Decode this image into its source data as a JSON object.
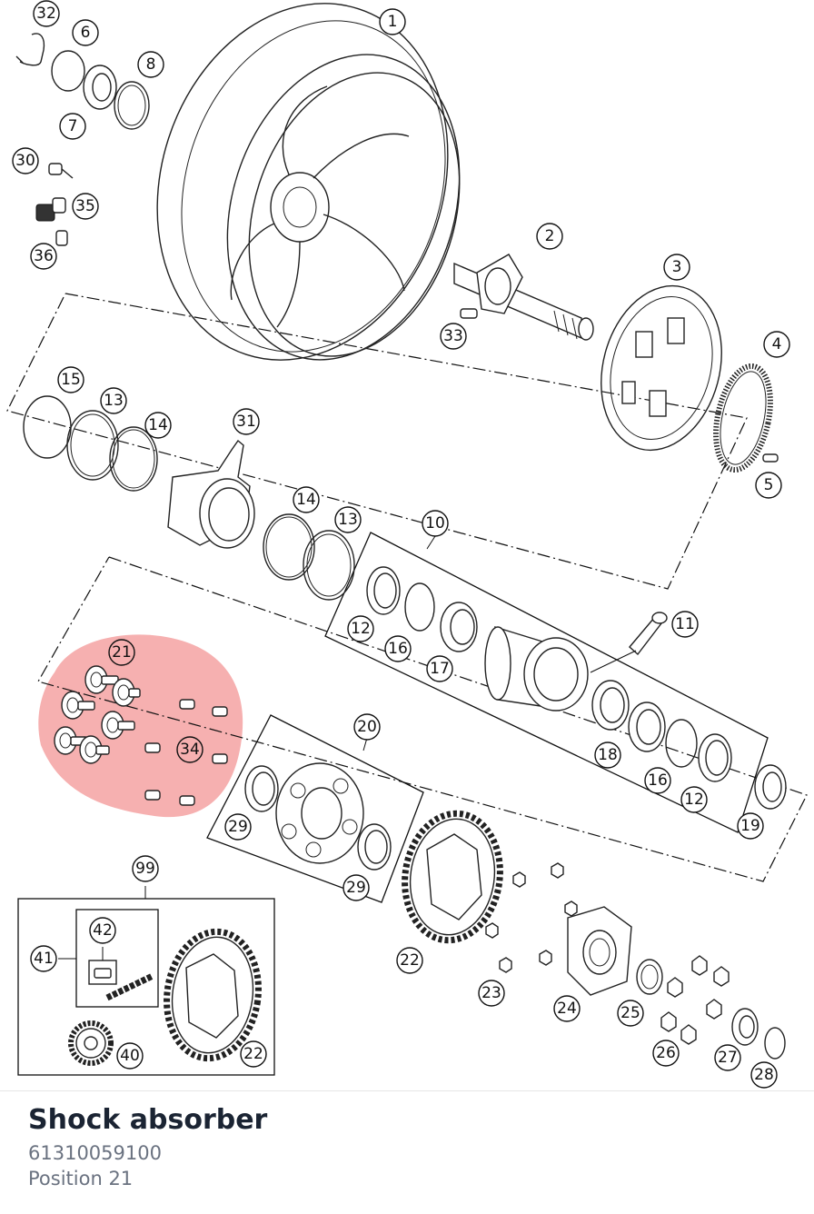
{
  "detail": {
    "title": "Shock absorber",
    "part_number": "61310059100",
    "position": "Position 21"
  },
  "highlight": {
    "position_label": "21",
    "color": "#f08080"
  },
  "callouts": [
    {
      "id": "c32",
      "label": "32"
    },
    {
      "id": "c6",
      "label": "6"
    },
    {
      "id": "c8",
      "label": "8"
    },
    {
      "id": "c7",
      "label": "7"
    },
    {
      "id": "c1",
      "label": "1"
    },
    {
      "id": "c30",
      "label": "30"
    },
    {
      "id": "c35",
      "label": "35"
    },
    {
      "id": "c36",
      "label": "36"
    },
    {
      "id": "c2",
      "label": "2"
    },
    {
      "id": "c3",
      "label": "3"
    },
    {
      "id": "c33",
      "label": "33"
    },
    {
      "id": "c4",
      "label": "4"
    },
    {
      "id": "c15",
      "label": "15"
    },
    {
      "id": "c13a",
      "label": "13"
    },
    {
      "id": "c14a",
      "label": "14"
    },
    {
      "id": "c31",
      "label": "31"
    },
    {
      "id": "c5",
      "label": "5"
    },
    {
      "id": "c14b",
      "label": "14"
    },
    {
      "id": "c13b",
      "label": "13"
    },
    {
      "id": "c10",
      "label": "10"
    },
    {
      "id": "c11",
      "label": "11"
    },
    {
      "id": "c12a",
      "label": "12"
    },
    {
      "id": "c16a",
      "label": "16"
    },
    {
      "id": "c17",
      "label": "17"
    },
    {
      "id": "c21",
      "label": "21"
    },
    {
      "id": "c34",
      "label": "34"
    },
    {
      "id": "c20",
      "label": "20"
    },
    {
      "id": "c18",
      "label": "18"
    },
    {
      "id": "c16b",
      "label": "16"
    },
    {
      "id": "c12b",
      "label": "12"
    },
    {
      "id": "c19",
      "label": "19"
    },
    {
      "id": "c29a",
      "label": "29"
    },
    {
      "id": "c29b",
      "label": "29"
    },
    {
      "id": "c99",
      "label": "99"
    },
    {
      "id": "c42",
      "label": "42"
    },
    {
      "id": "c41",
      "label": "41"
    },
    {
      "id": "c22a",
      "label": "22"
    },
    {
      "id": "c23",
      "label": "23"
    },
    {
      "id": "c24",
      "label": "24"
    },
    {
      "id": "c25",
      "label": "25"
    },
    {
      "id": "c26",
      "label": "26"
    },
    {
      "id": "c27",
      "label": "27"
    },
    {
      "id": "c28",
      "label": "28"
    },
    {
      "id": "c40",
      "label": "40"
    },
    {
      "id": "c22b",
      "label": "22"
    }
  ]
}
